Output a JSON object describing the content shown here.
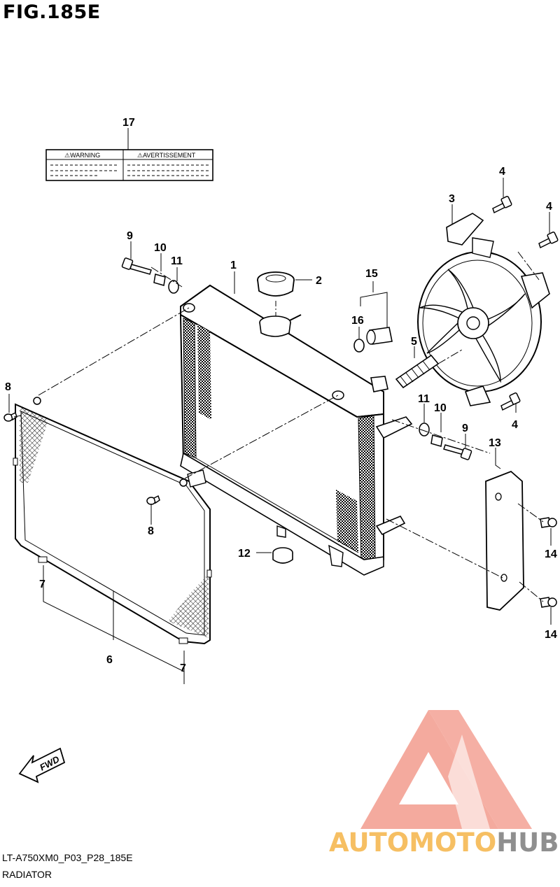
{
  "figure": {
    "title": "FIG.185E"
  },
  "footer": {
    "code": "LT-A750XM0_P03_P28_185E",
    "name": "RADIATOR"
  },
  "warning_label": {
    "left": "⚠WARNING",
    "right": "⚠AVERTISSEMENT"
  },
  "fwd_label": "FWD",
  "logo": {
    "part1": "AUTOMOTO",
    "part2": "HUB",
    "color1": "#f5b942",
    "color1b": "#f08a7a",
    "color2": "#8a8a8a",
    "triangle": "#f08a7a"
  },
  "callouts": [
    {
      "id": "c17",
      "text": "17"
    },
    {
      "id": "c4a",
      "text": "4"
    },
    {
      "id": "c3",
      "text": "3"
    },
    {
      "id": "c4b",
      "text": "4"
    },
    {
      "id": "c9a",
      "text": "9"
    },
    {
      "id": "c10a",
      "text": "10"
    },
    {
      "id": "c11a",
      "text": "11"
    },
    {
      "id": "c1",
      "text": "1"
    },
    {
      "id": "c2",
      "text": "2"
    },
    {
      "id": "c15",
      "text": "15"
    },
    {
      "id": "c16",
      "text": "16"
    },
    {
      "id": "c5",
      "text": "5"
    },
    {
      "id": "c8a",
      "text": "8"
    },
    {
      "id": "c11b",
      "text": "11"
    },
    {
      "id": "c10b",
      "text": "10"
    },
    {
      "id": "c9b",
      "text": "9"
    },
    {
      "id": "c4c",
      "text": "4"
    },
    {
      "id": "c13",
      "text": "13"
    },
    {
      "id": "c8b",
      "text": "8"
    },
    {
      "id": "c12",
      "text": "12"
    },
    {
      "id": "c14a",
      "text": "14"
    },
    {
      "id": "c14b",
      "text": "14"
    },
    {
      "id": "c7a",
      "text": "7"
    },
    {
      "id": "c6",
      "text": "6"
    },
    {
      "id": "c7b",
      "text": "7"
    }
  ]
}
